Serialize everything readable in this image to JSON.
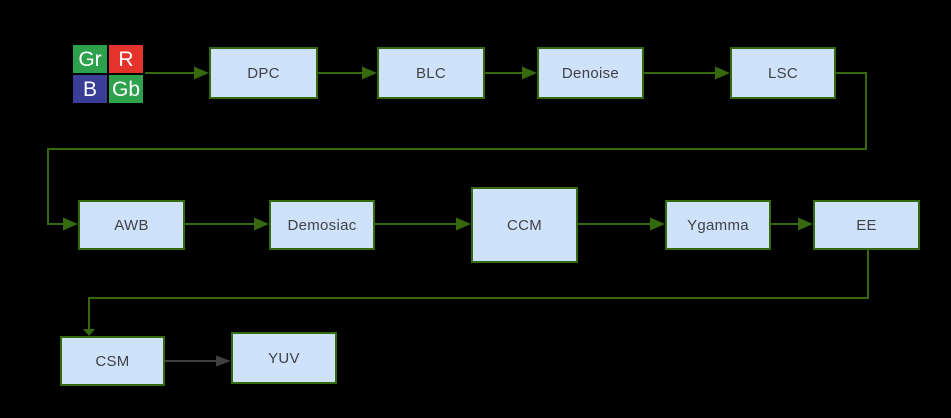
{
  "diagram": {
    "type": "flowchart",
    "colors": {
      "background": "#000000",
      "node_fill": "#cee3fa",
      "node_border": "#35690d",
      "node_text": "#3f4247",
      "wire_green": "#35690d",
      "wire_gray": "#3f3f3f",
      "bayer_text": "#ffffff"
    },
    "bayer": {
      "cells": [
        {
          "label": "Gr",
          "color": "#2da14b"
        },
        {
          "label": "R",
          "color": "#e3332b"
        },
        {
          "label": "B",
          "color": "#3a3e97"
        },
        {
          "label": "Gb",
          "color": "#2da14b"
        }
      ]
    },
    "nodes": {
      "dpc": {
        "label": "DPC"
      },
      "blc": {
        "label": "BLC"
      },
      "denoise": {
        "label": "Denoise"
      },
      "lsc": {
        "label": "LSC"
      },
      "awb": {
        "label": "AWB"
      },
      "demosiac": {
        "label": "Demosiac"
      },
      "ccm": {
        "label": "CCM"
      },
      "ygamma": {
        "label": "Ygamma"
      },
      "ee": {
        "label": "EE"
      },
      "csm": {
        "label": "CSM"
      },
      "yuv": {
        "label": "YUV"
      }
    },
    "edges": [
      {
        "from": "Bayer",
        "to": "DPC",
        "style": "green"
      },
      {
        "from": "DPC",
        "to": "BLC",
        "style": "green"
      },
      {
        "from": "BLC",
        "to": "Denoise",
        "style": "green"
      },
      {
        "from": "Denoise",
        "to": "LSC",
        "style": "green"
      },
      {
        "from": "LSC",
        "to": "AWB",
        "style": "green"
      },
      {
        "from": "AWB",
        "to": "Demosiac",
        "style": "green"
      },
      {
        "from": "Demosiac",
        "to": "CCM",
        "style": "green"
      },
      {
        "from": "CCM",
        "to": "Ygamma",
        "style": "green"
      },
      {
        "from": "Ygamma",
        "to": "EE",
        "style": "green"
      },
      {
        "from": "EE",
        "to": "CSM",
        "style": "green"
      },
      {
        "from": "CSM",
        "to": "YUV",
        "style": "gray"
      }
    ]
  }
}
